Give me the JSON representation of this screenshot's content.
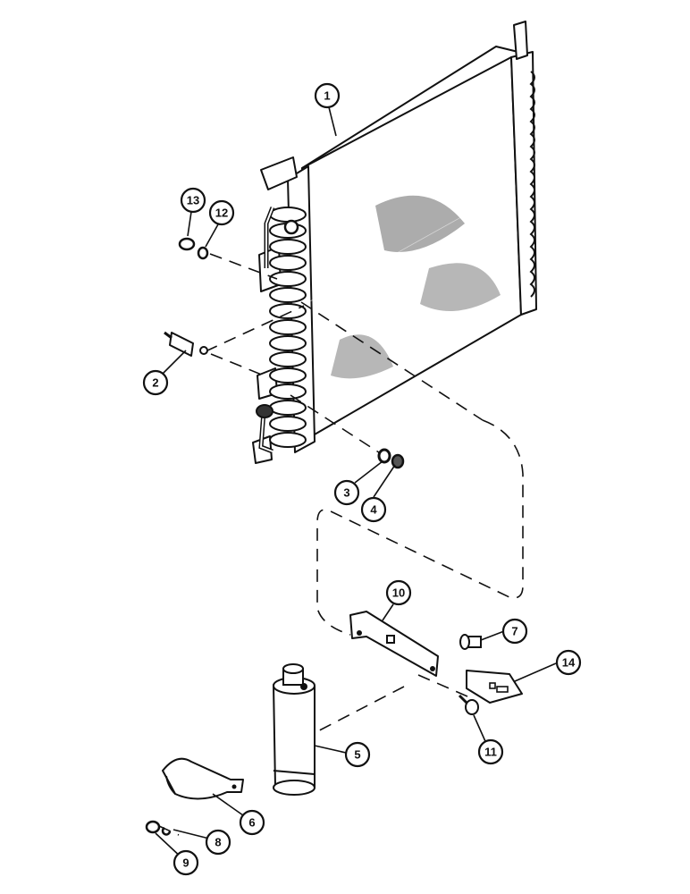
{
  "callouts": [
    {
      "id": "1",
      "label": "1"
    },
    {
      "id": "2",
      "label": "2"
    },
    {
      "id": "3",
      "label": "3"
    },
    {
      "id": "4",
      "label": "4"
    },
    {
      "id": "5",
      "label": "5"
    },
    {
      "id": "6",
      "label": "6"
    },
    {
      "id": "7",
      "label": "7"
    },
    {
      "id": "8",
      "label": "8"
    },
    {
      "id": "9",
      "label": "9"
    },
    {
      "id": "10",
      "label": "10"
    },
    {
      "id": "11",
      "label": "11"
    },
    {
      "id": "12",
      "label": "12"
    },
    {
      "id": "13",
      "label": "13"
    },
    {
      "id": "14",
      "label": "14"
    }
  ],
  "colors": {
    "ink": "#111111",
    "paper": "#ffffff",
    "shade": "#2a2a2a"
  }
}
